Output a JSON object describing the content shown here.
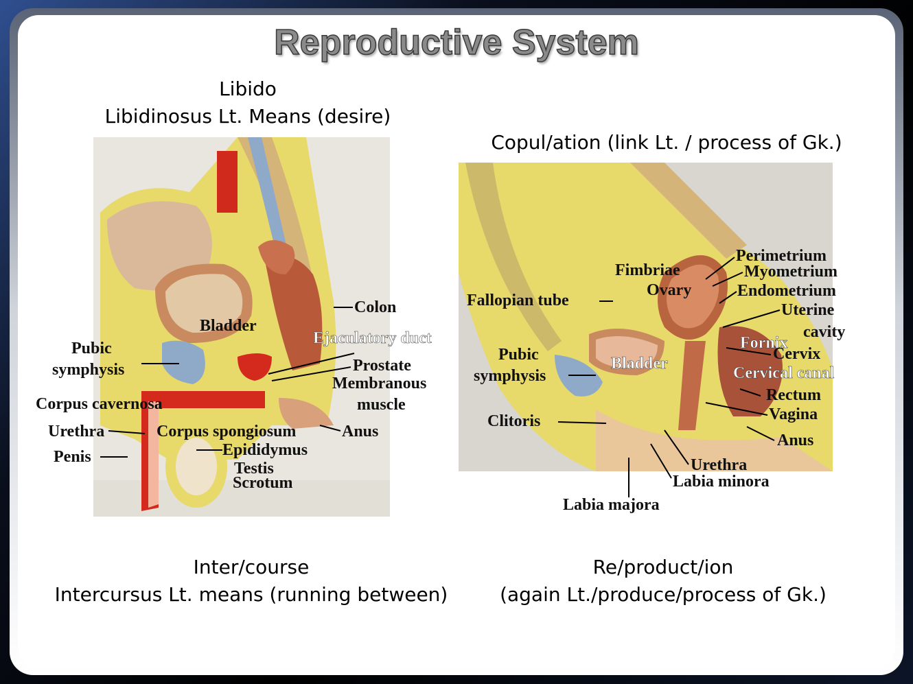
{
  "slide": {
    "title": "Reproductive System",
    "left_top": {
      "line1": "Libido",
      "line2": "Libidinosus Lt. Means (desire)"
    },
    "right_top": {
      "line1": "Copul/ation (link Lt. / process of Gk.)"
    },
    "left_bottom": {
      "line1": "Inter/course",
      "line2": "Intercursus Lt. means (running between)"
    },
    "right_bottom": {
      "line1": "Re/product/ion",
      "line2": "(again Lt./produce/process of Gk.)"
    }
  },
  "male_diagram": {
    "labels": {
      "colon": "Colon",
      "bladder": "Bladder",
      "ejaculatory_duct": "Ejaculatory duct",
      "pubic": "Pubic",
      "symphysis": "symphysis",
      "prostate": "Prostate",
      "membranous": "Membranous",
      "muscle": "muscle",
      "corpus_cavernosa": "Corpus cavernosa",
      "urethra": "Urethra",
      "corpus_spongiosum": "Corpus spongiosum",
      "anus": "Anus",
      "epididymus": "Epididymus",
      "penis": "Penis",
      "testis": "Testis",
      "scrotum": "Scrotum"
    }
  },
  "female_diagram": {
    "labels": {
      "perimetrium": "Perimetrium",
      "fimbriae": "Fimbriae",
      "myometrium": "Myometrium",
      "ovary": "Ovary",
      "endometrium": "Endometrium",
      "fallopian_tube": "Fallopian tube",
      "uterine": "Uterine",
      "cavity": "cavity",
      "fornix": "Fornix",
      "pubic": "Pubic",
      "cervix": "Cervix",
      "symphysis": "symphysis",
      "bladder": "Bladder",
      "cervical_canal": "Cervical canal",
      "rectum": "Rectum",
      "vagina": "Vagina",
      "clitoris": "Clitoris",
      "anus": "Anus",
      "urethra": "Urethra",
      "labia_minora": "Labia minora",
      "labia_majora": "Labia majora"
    }
  },
  "colors": {
    "title_fill": "#8a8a8a",
    "model_yellow": "#e8dc6a",
    "model_tissue": "#c8704a",
    "model_red": "#d42a1e",
    "model_blue": "#8fa9c8"
  }
}
